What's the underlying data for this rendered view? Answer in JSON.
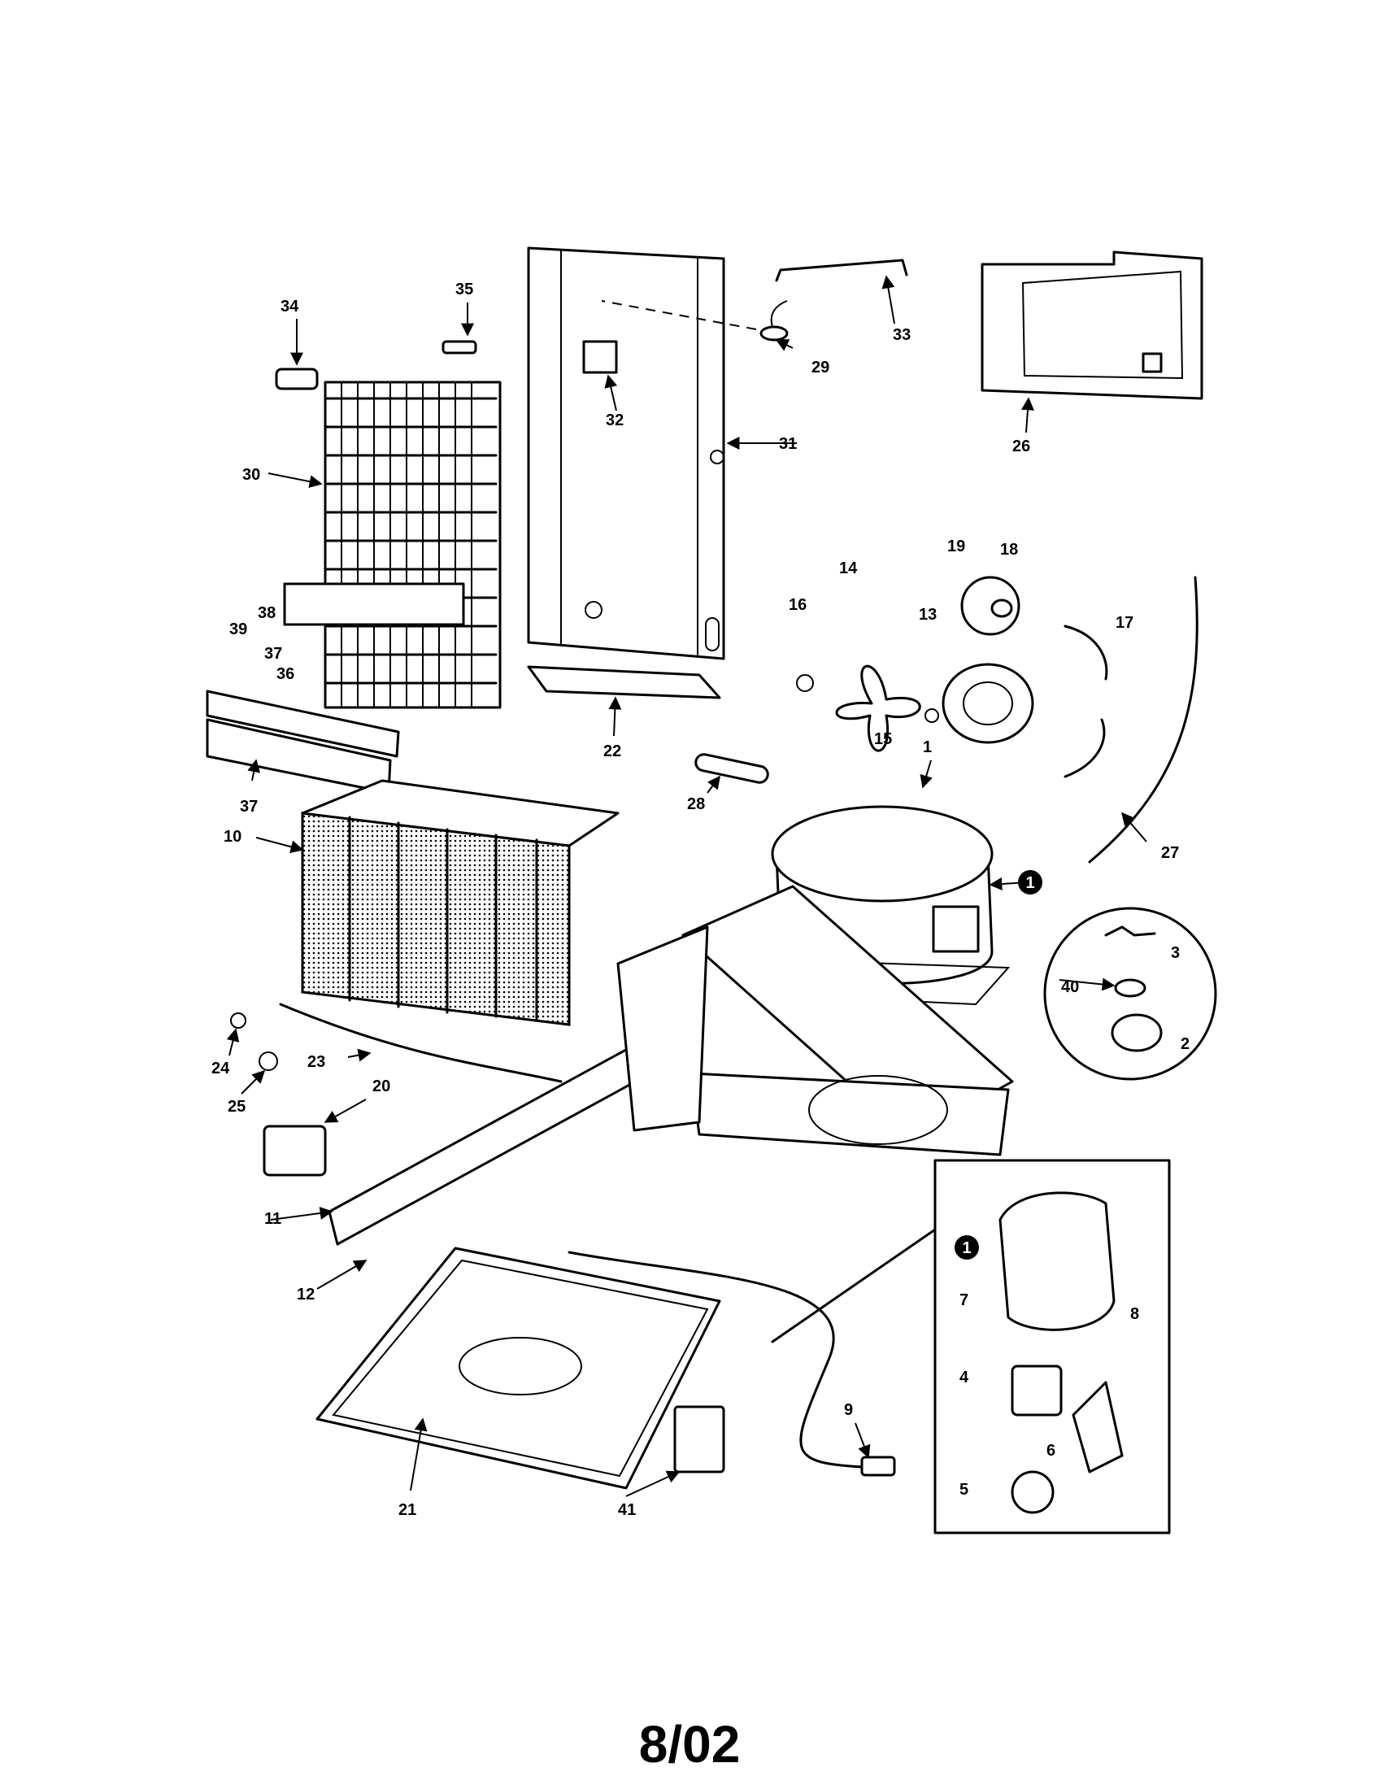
{
  "footer": {
    "date_code": "8/02"
  },
  "callout": {
    "marker": "1"
  },
  "labels": [
    "1",
    "2",
    "3",
    "4",
    "5",
    "6",
    "7",
    "8",
    "9",
    "10",
    "11",
    "12",
    "13",
    "14",
    "15",
    "16",
    "17",
    "18",
    "19",
    "20",
    "21",
    "22",
    "23",
    "24",
    "25",
    "26",
    "27",
    "28",
    "29",
    "30",
    "31",
    "32",
    "33",
    "34",
    "35",
    "36",
    "37",
    "38",
    "39",
    "40",
    "41"
  ]
}
